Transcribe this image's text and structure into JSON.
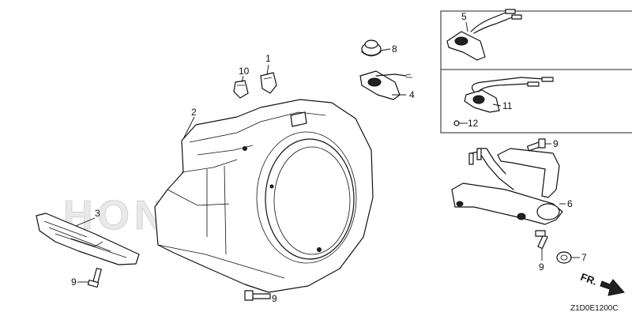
{
  "watermark": "HONDA",
  "diagram_code": "Z1D0E1200C",
  "direction_label": "FR.",
  "callouts": {
    "c1": "1",
    "c2": "2",
    "c3": "3",
    "c4": "4",
    "c5": "5",
    "c6": "6",
    "c7": "7",
    "c8": "8",
    "c9a": "9",
    "c9b": "9",
    "c9c": "9",
    "c9d": "9",
    "c10": "10",
    "c11": "11",
    "c12": "12"
  }
}
